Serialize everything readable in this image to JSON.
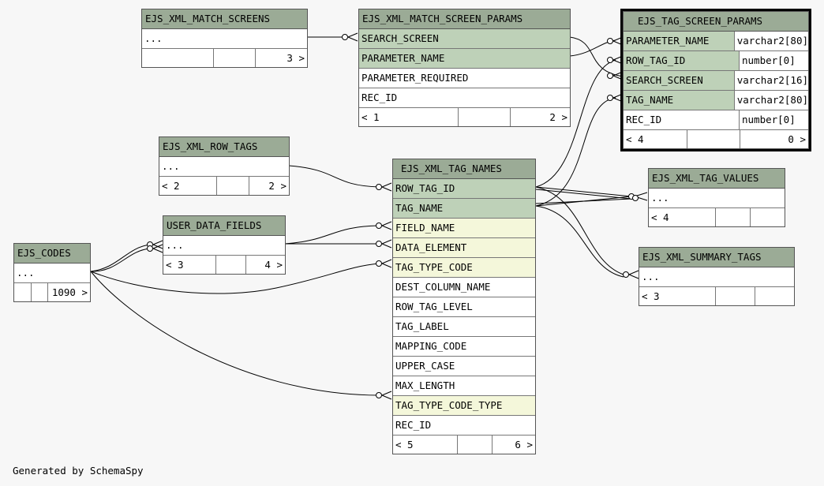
{
  "tables": {
    "match_screens": {
      "name": "EJS_XML_MATCH_SCREENS",
      "rows": [
        "..."
      ],
      "footer": [
        "",
        "",
        "3 >"
      ]
    },
    "match_screen_params": {
      "name": "EJS_XML_MATCH_SCREEN_PARAMS",
      "rows": [
        "SEARCH_SCREEN",
        "PARAMETER_NAME",
        "PARAMETER_REQUIRED",
        "REC_ID"
      ],
      "footer": [
        "< 1",
        "",
        "2 >"
      ]
    },
    "tag_screen_params": {
      "name": "EJS_TAG_SCREEN_PARAMS",
      "rows": [
        [
          "PARAMETER_NAME",
          "varchar2[80]"
        ],
        [
          "ROW_TAG_ID",
          "number[0]"
        ],
        [
          "SEARCH_SCREEN",
          "varchar2[16]"
        ],
        [
          "TAG_NAME",
          "varchar2[80]"
        ],
        [
          "REC_ID",
          "number[0]"
        ]
      ],
      "footer": [
        "< 4",
        "",
        "0 >"
      ]
    },
    "row_tags": {
      "name": "EJS_XML_ROW_TAGS",
      "rows": [
        "..."
      ],
      "footer": [
        "< 2",
        "",
        "2 >"
      ]
    },
    "tag_names": {
      "name": "EJS_XML_TAG_NAMES",
      "rows": [
        "ROW_TAG_ID",
        "TAG_NAME",
        "FIELD_NAME",
        "DATA_ELEMENT",
        "TAG_TYPE_CODE",
        "DEST_COLUMN_NAME",
        "ROW_TAG_LEVEL",
        "TAG_LABEL",
        "MAPPING_CODE",
        "UPPER_CASE",
        "MAX_LENGTH",
        "TAG_TYPE_CODE_TYPE",
        "REC_ID"
      ],
      "footer": [
        "< 5",
        "",
        "6 >"
      ]
    },
    "tag_values": {
      "name": "EJS_XML_TAG_VALUES",
      "rows": [
        "..."
      ],
      "footer": [
        "< 4",
        "",
        ""
      ]
    },
    "user_data_fields": {
      "name": "USER_DATA_FIELDS",
      "rows": [
        "..."
      ],
      "footer": [
        "< 3",
        "",
        "4 >"
      ]
    },
    "codes": {
      "name": "EJS_CODES",
      "rows": [
        "..."
      ],
      "footer": [
        "",
        "",
        "1090 >"
      ]
    },
    "summary_tags": {
      "name": "EJS_XML_SUMMARY_TAGS",
      "rows": [
        "..."
      ],
      "footer": [
        "< 3",
        "",
        ""
      ]
    }
  },
  "footer_text": "Generated by SchemaSpy",
  "colors": {
    "header": "#9bab96",
    "key_row": "#bed1b8",
    "fk_row": "#f4f7da",
    "background": "#f7f7f7"
  }
}
